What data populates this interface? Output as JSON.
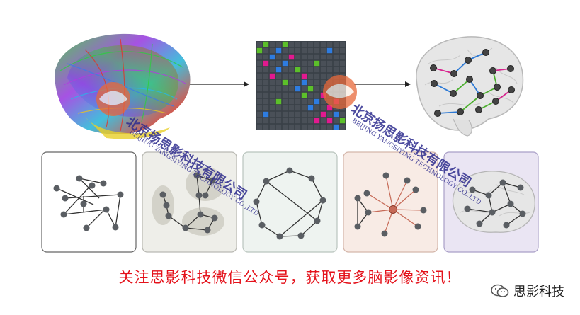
{
  "caption": "关注思影科技微信公众号，获取更多脑影像资讯！",
  "brand": {
    "name": "思影科技",
    "icon": "wechat-icon"
  },
  "watermark": {
    "text_cn": "北京扬思影科技有限公司",
    "text_en": "BEIJING YANGSIYING TECHNOLOGY CO.,LTD"
  },
  "colors": {
    "caption_red": "#e4121b",
    "matrix_dark": "#3a4047",
    "matrix_cell_green": "#5cc02a",
    "matrix_cell_blue": "#2e7ce0",
    "matrix_cell_magenta": "#e2198f",
    "panel1_bg": "#ffffff",
    "panel2_bg": "#eeeee9",
    "panel3_bg": "#eef3f0",
    "panel4_bg": "#f8ebe5",
    "panel5_bg": "#eae5f3",
    "hub_node": "#c66a57"
  }
}
